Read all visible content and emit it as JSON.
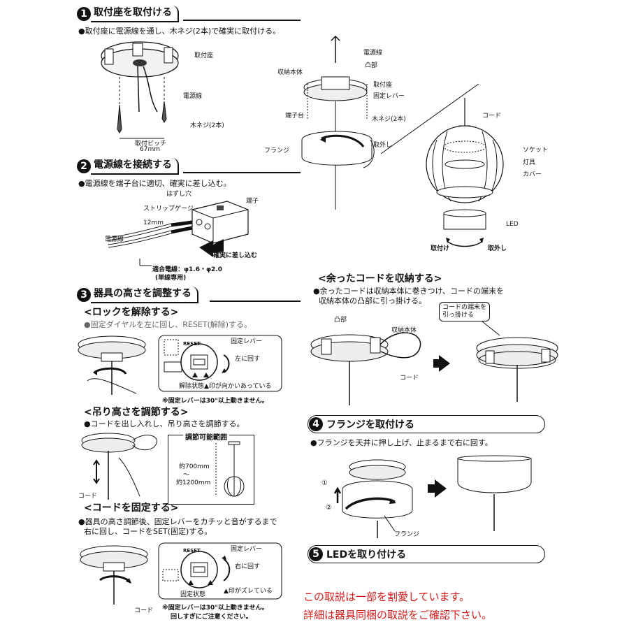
{
  "step1": {
    "num": "1",
    "title": "取付座を取付ける",
    "bullet": "●取付座に電源線を通し、木ネジ(2本)で確実に取付ける。",
    "labels": {
      "base": "取付座",
      "wire": "電源線",
      "screw": "木ネジ(2本)",
      "pitch": "取付ピッチ",
      "pitch_val": "67mm"
    }
  },
  "step2": {
    "num": "2",
    "title": "電源線を接続する",
    "bullet": "●電源線を端子台に適切、確実に差し込む。",
    "labels": {
      "release_hole": "はずし穴",
      "strip_gauge": "ストリップゲージ",
      "terminal": "端子",
      "strip_len": "12mm",
      "wire": "電源線",
      "insert": "確実に差し込む",
      "compat": "適合電線：φ1.6・φ2.0",
      "single": "(単線専用)"
    }
  },
  "step3": {
    "num": "3",
    "title": "器具の高さを調整する",
    "unlock": {
      "heading": "<ロックを解除する>",
      "bullet": "●固定ダイヤルを左に回し、RESET(解除)する。",
      "lever": "固定レバー",
      "turn_left": "左に回す",
      "state": "解除状態",
      "arrows": "▲印が向かいあっている",
      "warn": "※固定レバーは30°以上動きません。",
      "dial": "RESET"
    },
    "height": {
      "heading": "<吊り高さを調節する>",
      "bullet": "●コードを出し入れし、吊り高さを調節する。",
      "range": "調節可能範囲",
      "min": "約700mm",
      "tilde": "～",
      "max": "約1200mm",
      "cord": "コード"
    },
    "fix": {
      "heading": "<コードを固定する>",
      "bullet1": "●器具の高さ調節後、固定レバーをカチッと音がするまで",
      "bullet2": "右に回し、コードをSET(固定)する。",
      "lever": "固定レバー",
      "turn_right": "右に回す",
      "state": "固定状態",
      "arrows": "▲印がズレている",
      "cord": "コード",
      "warn1": "※固定レバーは30°以上動きません。",
      "warn2": "回しすぎにご注意ください。",
      "dial": "RESET"
    }
  },
  "overview": {
    "wire": "電源線",
    "bump": "凸部",
    "body": "収納本体",
    "base": "取付座",
    "lever": "固定レバー",
    "terminal": "端子台",
    "screw": "木ネジ(2本)",
    "flange": "フランジ",
    "remove": "取外し",
    "cord": "コード",
    "socket": "ソケット",
    "lamp": "灯具",
    "cover": "カバー",
    "led": "LED",
    "attach": "取付け",
    "detach": "取外し"
  },
  "store": {
    "heading": "<余ったコードを収納する>",
    "bullet1": "●余ったコードは収納本体に巻きつけ、コードの端末を",
    "bullet2": "収納本体の凸部に引っ掛ける。",
    "bump": "凸部",
    "body": "収納本体",
    "cord": "コード",
    "callout1": "コードの端末を",
    "callout2": "引っ掛ける"
  },
  "step4": {
    "num": "4",
    "title": "フランジを取付ける",
    "bullet": "●フランジを天井に押し上げ、止まるまで右に回す。",
    "one": "①",
    "two": "②",
    "flange": "フランジ"
  },
  "step5": {
    "num": "5",
    "title": "LEDを取り付ける"
  },
  "notice": {
    "line1": "この取説は一部を割愛しています。",
    "line2": "詳細は器具同梱の取説をご確認下さい。"
  }
}
